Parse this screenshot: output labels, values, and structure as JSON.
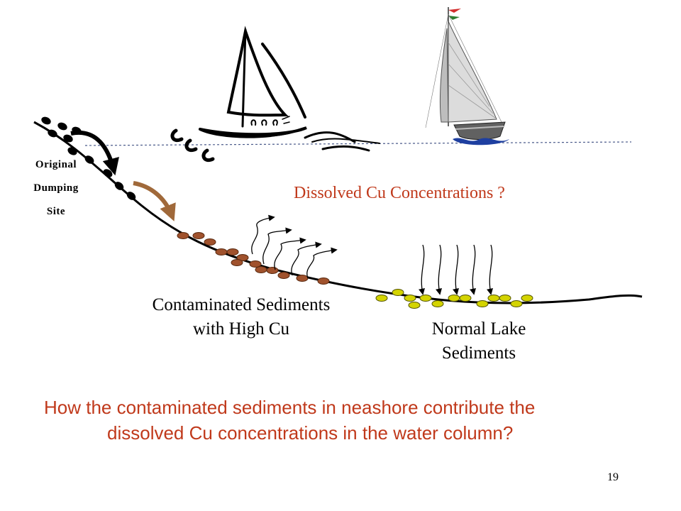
{
  "labels": {
    "site_line1": "Original",
    "site_line2": "Dumping",
    "site_line3": "Site",
    "dissolved_title": "Dissolved Cu Concentrations ?",
    "contaminated_line1": "Contaminated Sediments",
    "contaminated_line2": "with High Cu",
    "normal_line1": "Normal Lake",
    "normal_line2": "Sediments"
  },
  "question": {
    "line1": "How the contaminated sediments in neashore contribute the",
    "line2": "dissolved Cu concentrations in the water column?"
  },
  "page_number": "19",
  "colors": {
    "question_text": "#c0391b",
    "original_sediment": "#000000",
    "contaminated_sediment": "#a0522d",
    "normal_sediment": "#d4d400",
    "transport_arrow": "#a0693a",
    "water_line": "#4a5a8a",
    "flag": "#d32f2f"
  }
}
